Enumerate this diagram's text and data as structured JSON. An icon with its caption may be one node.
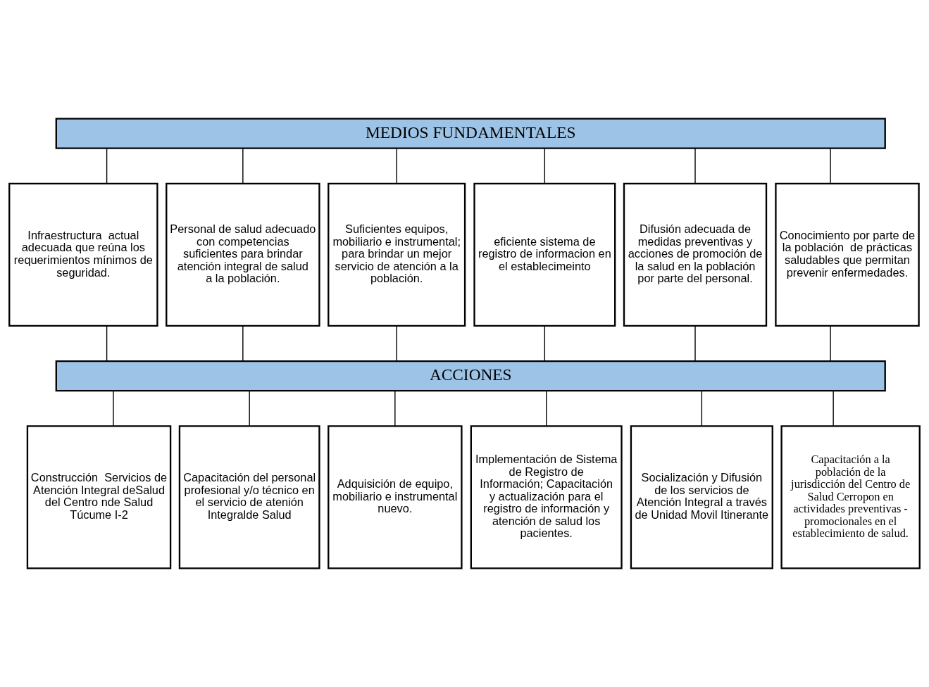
{
  "diagram": {
    "nodes": [
      {
        "text": [
          "MEDIOS FUNDAMENTALES"
        ]
      },
      {
        "text": [
          "Infraestructura  actual adecuada que reúna los requerimientos mínimos de seguridad."
        ]
      },
      {
        "text": [
          "Personal de salud adecuado con competencias suficientes para brindar atención integral de salud a la población."
        ]
      },
      {
        "text": [
          "Suficientes equipos, mobiliario e instrumental; para brindar un mejor servicio de atención a la población."
        ]
      },
      {
        "text": [
          "eficiente sistema de registro de informacion en el establecimeinto"
        ]
      },
      {
        "text": [
          "Difusión adecuada de medidas preventivas y acciones de promoción de la salud en la población por parte del personal."
        ]
      },
      {
        "text": [
          "Conocimiento por parte de la población  de prácticas saludables que permitan prevenir enfermedades."
        ]
      },
      {
        "text": [
          "ACCIONES"
        ]
      },
      {
        "text": [
          "Construcción  Servicios de Atención Integral deSalud del Centro nde Salud Túcume I-2"
        ]
      },
      {
        "text": [
          "Capacitación del personal profesional y/o técnico en el servicio de atenión Integralde Salud"
        ]
      },
      {
        "text": [
          "Adquisición de equipo, mobiliario e instrumental nuevo."
        ]
      },
      {
        "text": [
          "Implementación de Sistema de Registro de Información; Capacitación y actualización para el registro de información y  atención de salud los pacientes."
        ]
      },
      {
        "text": [
          "Socialización y Difusión de los servicios de Atención Integral a través de Unidad Movil Itinerante"
        ]
      },
      {
        "text": [
          "Capacitación a la población de la jurisdicción del Centro de Salud Cerropon en actividades preventivas - promocionales en el establecimiento de salud."
        ]
      }
    ],
    "edges": [
      {
        "from": 0,
        "to": 1,
        "arrow": "none"
      },
      {
        "from": 0,
        "to": 2,
        "arrow": "none"
      },
      {
        "from": 0,
        "to": 3,
        "arrow": "none"
      },
      {
        "from": 0,
        "to": 4,
        "arrow": "none"
      },
      {
        "from": 0,
        "to": 5,
        "arrow": "none"
      },
      {
        "from": 0,
        "to": 6,
        "arrow": "none"
      },
      {
        "from": 1,
        "to": 7,
        "arrow": "none"
      },
      {
        "from": 2,
        "to": 7,
        "arrow": "none"
      },
      {
        "from": 3,
        "to": 7,
        "arrow": "none"
      },
      {
        "from": 4,
        "to": 7,
        "arrow": "none"
      },
      {
        "from": 5,
        "to": 7,
        "arrow": "none"
      },
      {
        "from": 6,
        "to": 7,
        "arrow": "none"
      },
      {
        "from": 7,
        "to": 8,
        "arrow": "none"
      },
      {
        "from": 7,
        "to": 9,
        "arrow": "none"
      },
      {
        "from": 7,
        "to": 10,
        "arrow": "none"
      },
      {
        "from": 7,
        "to": 11,
        "arrow": "none"
      },
      {
        "from": 7,
        "to": 12,
        "arrow": "none"
      },
      {
        "from": 7,
        "to": 13,
        "arrow": "none"
      }
    ]
  }
}
